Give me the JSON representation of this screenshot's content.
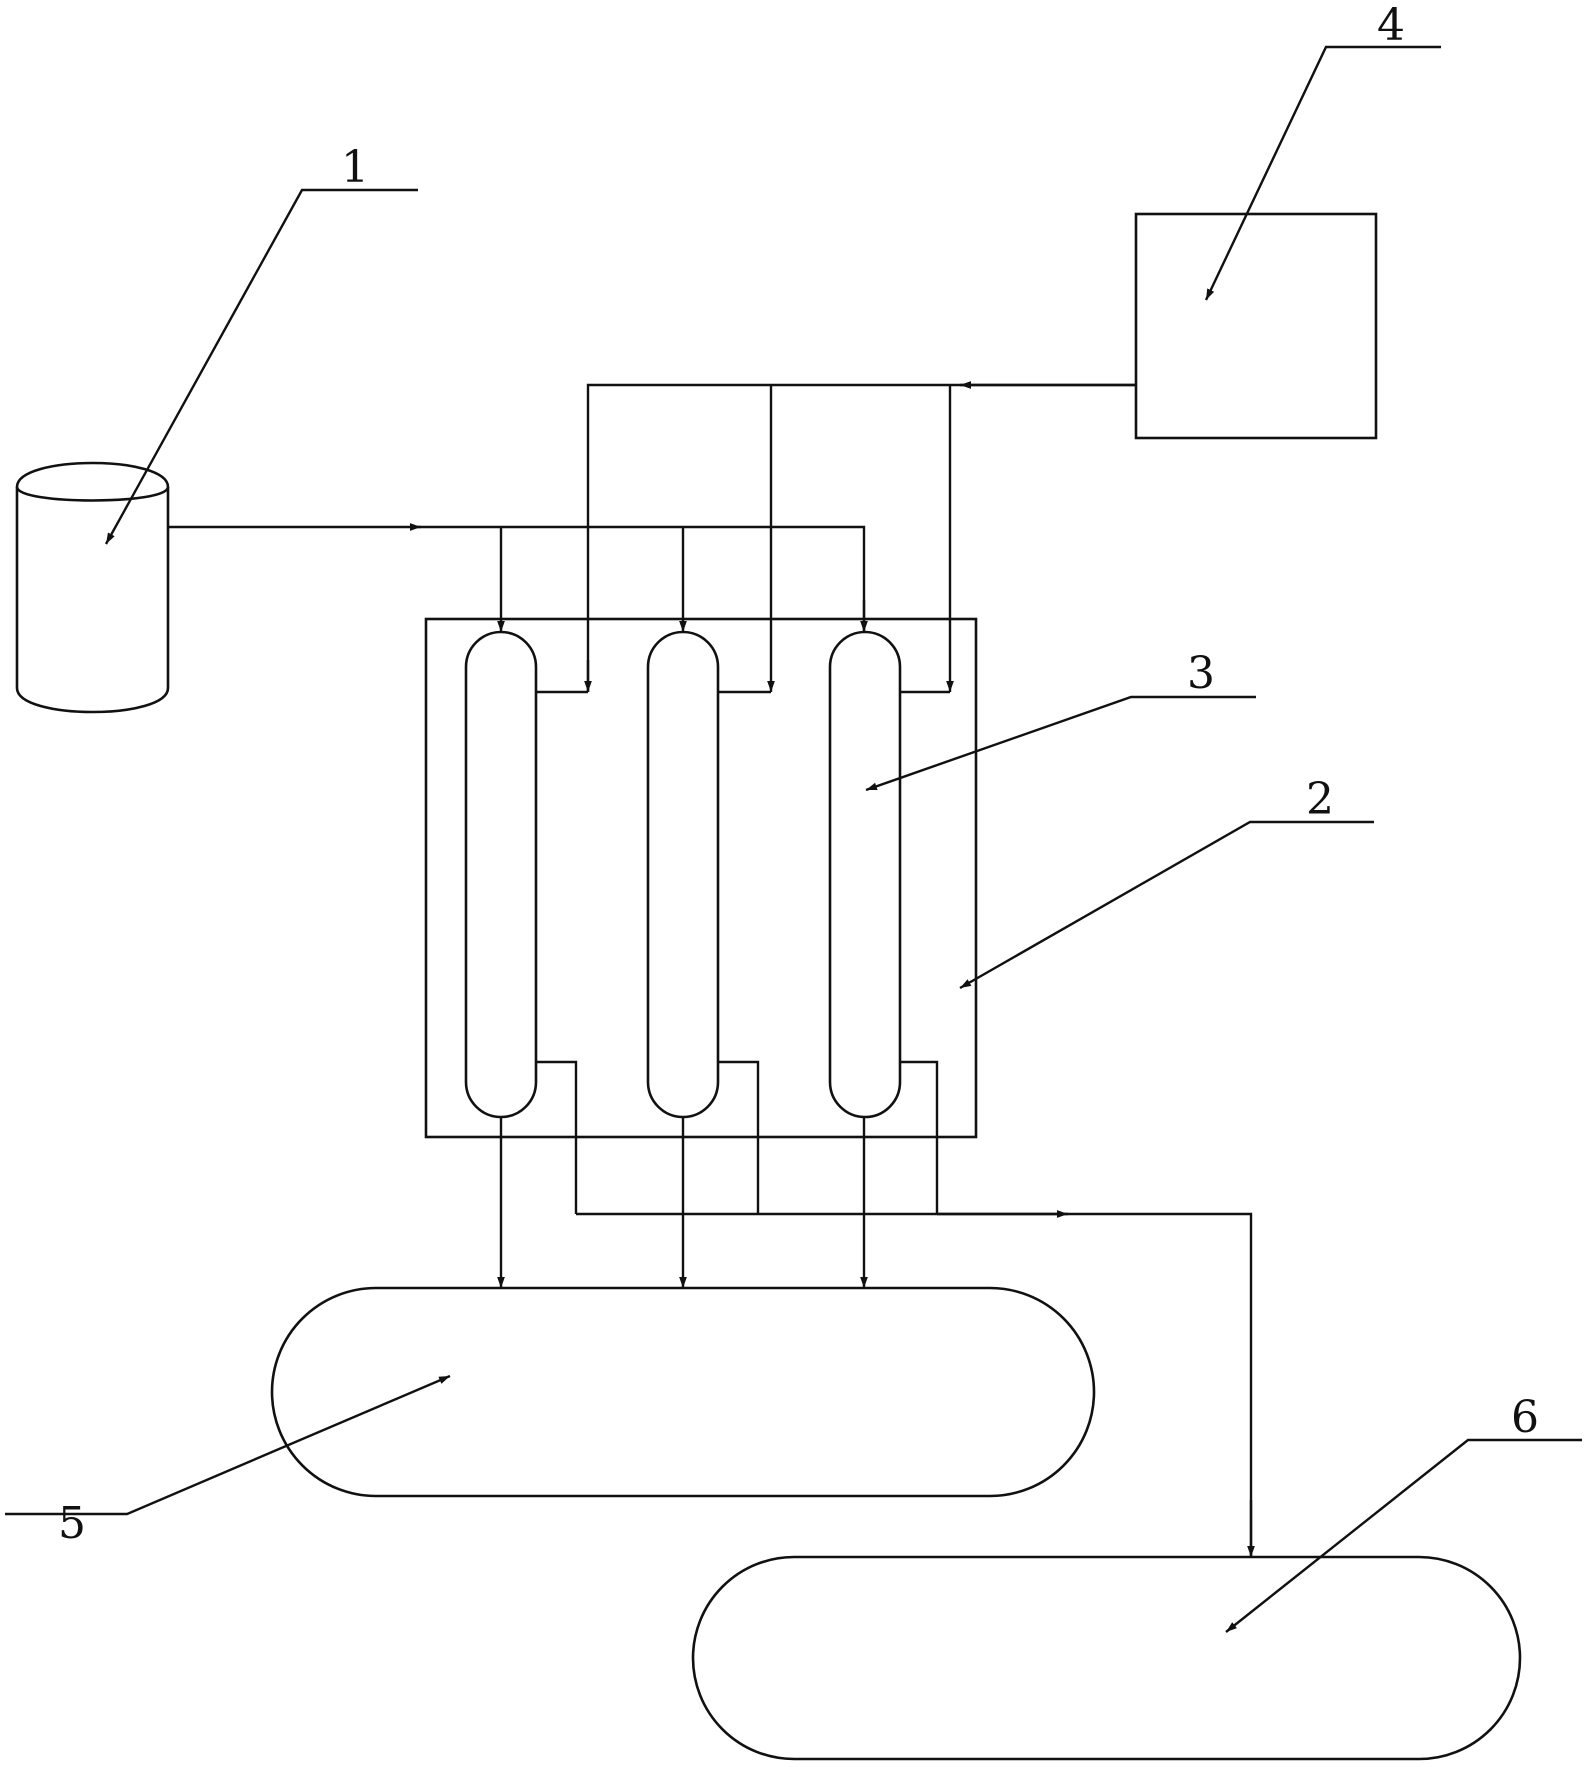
{
  "diagram": {
    "labels": {
      "tank_1": "1",
      "chamber_2": "2",
      "column_3": "3",
      "unit_4": "4",
      "vessel_5": "5",
      "vessel_6": "6"
    },
    "stroke_color": "#111111",
    "background_color": "#ffffff"
  }
}
